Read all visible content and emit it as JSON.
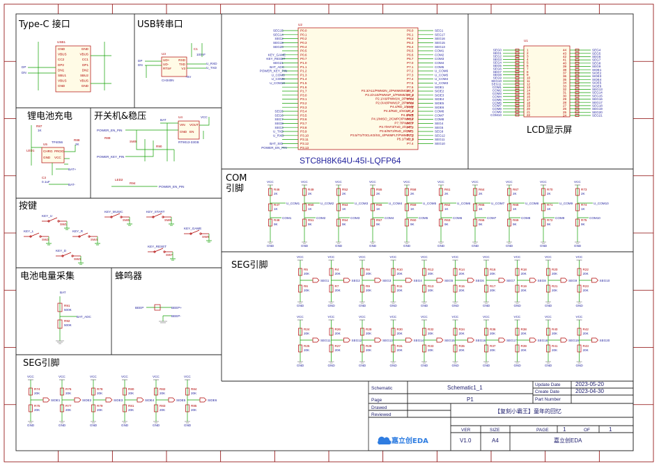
{
  "sections": {
    "typec": "Type-C 接口",
    "usb": "USB转串口",
    "charge": "锂电池充电",
    "power": "开关机&稳压",
    "com": "COM\n引脚",
    "com_l1": "COM",
    "com_l2": "引脚",
    "keys": "按键",
    "seg_mid": "SEG引脚",
    "bat": "电池电量采集",
    "buzzer": "蜂鸣器",
    "seg_low": "SEG引脚",
    "lcd": "LCD显示屏"
  },
  "mcu": {
    "ref": "U2",
    "part": "STC8H8K64U-45I-LQFP64",
    "left_pins": [
      "SEG15",
      "SEG14",
      "SEG2",
      "SEG19",
      "SEG20",
      "",
      "KEY_GAME",
      "KEY_RESET",
      "SEG21",
      "BAT_ADC",
      "POWER_KEY_PIN",
      "U_COM8",
      "U_COM9",
      "U_COM10",
      "",
      "",
      "",
      "",
      "",
      "",
      "SEG5",
      "SEG6",
      "SEG7",
      "SEG8",
      "SEG3",
      "U_TXD",
      "U_RXD",
      "",
      "BAT_SIG",
      "POWER_EN_PIN"
    ],
    "right_pins": [
      "SEG1",
      "SEG17",
      "SEG16",
      "SEG15",
      "SEG13",
      "COM1",
      "COM2",
      "COM3",
      "COM4",
      "COM5",
      "U_COM6",
      "U_COM5",
      "U_COM4",
      "U_COM3",
      "SIDE1",
      "SIDE2",
      "SIDE3",
      "SIDE4",
      "SIDE5",
      "SIDE6",
      "COM6",
      "COM7",
      "COM8",
      "SEG4",
      "SEG5",
      "SEG9",
      "SEG12",
      "SEG11",
      "SEG10"
    ],
    "inner_right": [
      "P2.3/A11/PWM2N_2/PWM6/MOSI_2",
      "P2.2/A10/PWM1P_2/PWM5/SS_2",
      "P2.1/A9/PWM1N_2/PWM4",
      "P2.0/A8/PWM1P_2/PWM4",
      "P4.4/RD_2/CMP",
      "P4.3/RxD_4/SCLK_2",
      "P4.2/WR",
      "P4.1/MISO_2/CMPO/PWM1P",
      "P7.7/PWM7P",
      "P3.7/INT3/TxD_2/CMP+",
      "P3.6/INT2/RxD_2/CMP-",
      "P3.5/T1/T0CLKO/SS_4/PWMFLT/PWMFLT2",
      "P5.1/TxD_3"
    ]
  },
  "lcd": {
    "ref": "U1",
    "left": [
      "SEG0",
      "SEG1",
      "SEG2",
      "SEG3",
      "SEG4",
      "SEG5",
      "SEG6",
      "SEG7",
      "SEG8",
      "SEG9",
      "SEG10",
      "SEG11",
      "COM1",
      "COM2",
      "COM3",
      "COM4",
      "COM5",
      "COM6",
      "COM7",
      "COM8",
      "COM9",
      "COM10"
    ],
    "right": [
      "SEG4",
      "SEG5",
      "SEG6",
      "SEG7",
      "SEG8",
      "SEG9",
      "SIDE1",
      "SIDE2",
      "SIDE3",
      "SIDE4",
      "SIDE5",
      "SIDE6",
      "SEG13",
      "SEG14",
      "SEG15",
      "SEG16",
      "SEG17",
      "SEG18",
      "SEG19",
      "SEG20",
      "SEG21"
    ]
  },
  "com_cells": [
    {
      "top": "R46",
      "tv": "2K",
      "mid": "R47",
      "mv": "1K",
      "bot": "R48",
      "bv": "9K",
      "out": "U_COM1",
      "net": "COM1"
    },
    {
      "top": "R49",
      "tv": "2K",
      "mid": "R50",
      "mv": "1K",
      "bot": "R51",
      "bv": "9K",
      "out": "U_COM2",
      "net": "COM2"
    },
    {
      "top": "R52",
      "tv": "2K",
      "mid": "R53",
      "mv": "1K",
      "bot": "R54",
      "bv": "9K",
      "out": "U_COM3",
      "net": "COM3"
    },
    {
      "top": "R55",
      "tv": "2K",
      "mid": "R56",
      "mv": "1K",
      "bot": "R57",
      "bv": "9K",
      "out": "U_COM4",
      "net": "COM4"
    },
    {
      "top": "R58",
      "tv": "2K",
      "mid": "R59",
      "mv": "1K",
      "bot": "R60",
      "bv": "9K",
      "out": "U_COM5",
      "net": "COM5"
    },
    {
      "top": "R61",
      "tv": "2K",
      "mid": "R62",
      "mv": "1K",
      "bot": "R63",
      "bv": "9K",
      "out": "U_COM6",
      "net": "COM6"
    },
    {
      "top": "R64",
      "tv": "2K",
      "mid": "R65",
      "mv": "1K",
      "bot": "R66",
      "bv": "9K",
      "out": "U_COM7",
      "net": "COM7"
    },
    {
      "top": "R67",
      "tv": "2K",
      "mid": "R68",
      "mv": "1K",
      "bot": "R69",
      "bv": "9K",
      "out": "U_COM8",
      "net": "COM8"
    },
    {
      "top": "R70",
      "tv": "2K",
      "mid": "R71",
      "mv": "1K",
      "bot": "R72",
      "bv": "9K",
      "out": "U_COM9",
      "net": "COM9"
    },
    {
      "top": "R73",
      "tv": "2K",
      "mid": "R74",
      "mv": "1K",
      "bot": "R75",
      "bv": "9K",
      "out": "U_COM10",
      "net": "COM10"
    }
  ],
  "seg_row1": [
    {
      "top": "R5",
      "bot": "R6",
      "net": "SEG1"
    },
    {
      "top": "R4",
      "bot": "R7",
      "net": "SEG2"
    },
    {
      "top": "R8",
      "bot": "R9",
      "net": "SEG3"
    },
    {
      "top": "R10",
      "bot": "R11",
      "net": "SEG4"
    },
    {
      "top": "R12",
      "bot": "R13",
      "net": "SEG5"
    },
    {
      "top": "R14",
      "bot": "R15",
      "net": "SEG6"
    },
    {
      "top": "R16",
      "bot": "R17",
      "net": "SEG7"
    },
    {
      "top": "R18",
      "bot": "R19",
      "net": "SEG8"
    },
    {
      "top": "R20",
      "bot": "R21",
      "net": "SEG9"
    },
    {
      "top": "R22",
      "bot": "R23",
      "net": "SEG10"
    }
  ],
  "seg_row2": [
    {
      "top": "R24",
      "bot": "R25",
      "net": "SEG11"
    },
    {
      "top": "R26",
      "bot": "R27",
      "net": "SEG12"
    },
    {
      "top": "R28",
      "bot": "R29",
      "net": "SEG13"
    },
    {
      "top": "R30",
      "bot": "R31",
      "net": "SEG14"
    },
    {
      "top": "R32",
      "bot": "R33",
      "net": "SEG15"
    },
    {
      "top": "R34",
      "bot": "R35",
      "net": "SEG16"
    },
    {
      "top": "R36",
      "bot": "R37",
      "net": "SEG17"
    },
    {
      "top": "R38",
      "bot": "R39",
      "net": "SEG18"
    },
    {
      "top": "R40",
      "bot": "R41",
      "net": "SEG19"
    },
    {
      "top": "R42",
      "bot": "R43",
      "net": "SEG20"
    }
  ],
  "seg_row3": [
    {
      "top": "R74",
      "bot": "R75",
      "net": "SIDE1"
    },
    {
      "top": "R76",
      "bot": "R77",
      "net": "SIDE2"
    },
    {
      "top": "R78",
      "bot": "R79",
      "net": "SIDE3"
    },
    {
      "top": "R80",
      "bot": "R81",
      "net": "SIDE4"
    },
    {
      "top": "R82",
      "bot": "R83",
      "net": "SIDE5"
    },
    {
      "top": "R84",
      "bot": "R85",
      "net": "SIDE6"
    }
  ],
  "seg_value": "20K",
  "keys": [
    {
      "net": "KEY_U",
      "ref": "SW1"
    },
    {
      "net": "KEY_MUSIC",
      "ref": "SW5"
    },
    {
      "net": "KEY_START",
      "ref": "SW6"
    },
    {
      "net": "KEY_L",
      "ref": "SW2"
    },
    {
      "net": "KEY_R",
      "ref": "SW4"
    },
    {
      "net": "KEY_GAME",
      "ref": "SW8"
    },
    {
      "net": "KEY_D",
      "ref": "SW3"
    },
    {
      "net": "KEY_RESET",
      "ref": "SW7"
    }
  ],
  "bat": {
    "net": "BAT",
    "r1": "R91",
    "v1": "500K",
    "r2": "R92",
    "v2": "500K",
    "out": "BAT_ADC"
  },
  "buzzer": {
    "net": "BEEP",
    "p": "BEEP+",
    "n": "BEEP-"
  },
  "charge": {
    "ref": "U5",
    "part": "TP4056",
    "led": "LED1",
    "r1": "R87",
    "r1v": "1K",
    "r2": "R88",
    "r2v": "2K",
    "c": "C3",
    "cv": "0.1uF",
    "bp": "BAT+",
    "bn": "BAT-",
    "pins": [
      "CHRG",
      "PROG",
      "GND",
      "VCC"
    ]
  },
  "power": {
    "ref": "U4",
    "part": "RT9013-33GB",
    "sw": "SW9",
    "rs": [
      "R89",
      "R90"
    ],
    "bat": "BAT",
    "vcc": "VCC",
    "en_pin": "POWER_EN_PIN",
    "key_pin": "POWER_KEY_PIN",
    "led": "LED2",
    "rled": "R94",
    "pins": [
      "VIN",
      "VOUT",
      "GND",
      "EN"
    ]
  },
  "usbserial": {
    "ref": "U3",
    "part": "CH340N",
    "c": "C1",
    "cv": "100nF",
    "rx": "U_RXD",
    "tx": "U_TXD",
    "dp": "DP",
    "dn": "DN",
    "pins": [
      "UD+",
      "UD-",
      "V3",
      "RXD",
      "TXD",
      "RTS#"
    ],
    "vcc": "+5V"
  },
  "typec": {
    "ref": "USB1",
    "pins": [
      "GND",
      "VBUS",
      "CC2",
      "DP2",
      "DN1",
      "SBU1",
      "VBUS",
      "GND"
    ],
    "right_pins": [
      "GND",
      "VBUS",
      "CC1",
      "DP1",
      "DN2",
      "SBU2",
      "VBUS",
      "GND"
    ],
    "dp": "DP",
    "dn": "DN"
  },
  "title_block": {
    "schematic_label": "Schematic",
    "schematic_value": "Schematic1_1",
    "page_label": "Page",
    "page_value": "P1",
    "drawed_label": "Drawed",
    "reviewed_label": "Reviewed",
    "update_label": "Update Date",
    "update_value": "2023-05-20",
    "create_label": "Create Date",
    "create_value": "2023-04-30",
    "part_label": "Part Number",
    "title_value": "【复刻小霸王】童年的回忆",
    "logo": "嘉立创EDA",
    "ver_label": "VER",
    "ver_value": "V1.0",
    "size_label": "SIZE",
    "size_value": "A4",
    "pagec_label": "PAGE",
    "pagec_value": "1",
    "of_label": "OF",
    "of_value": "1",
    "company": "嘉立创EDA"
  }
}
